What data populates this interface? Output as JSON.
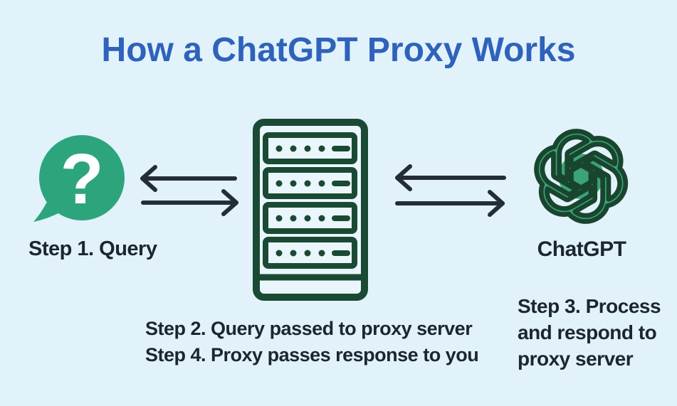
{
  "title": {
    "text": "How a ChatGPT Proxy Works",
    "color": "#2f62bb"
  },
  "background_color": "#e2f2fa",
  "diagram": {
    "query_node": {
      "question_mark": "?",
      "label": "Step 1. Query",
      "bubble_color": "#2ca57d"
    },
    "proxy_node": {
      "icon": "server-rack-icon",
      "icon_color": "#1a4a33"
    },
    "chatgpt_node": {
      "label": "ChatGPT",
      "icon": "openai-logo-icon",
      "logo_fill": "#3ba378",
      "logo_outline": "#19452f"
    },
    "arrow_color": "#232d39",
    "arrows": [
      {
        "from": "proxy-server",
        "to": "user-query",
        "direction": "left"
      },
      {
        "from": "user-query",
        "to": "proxy-server",
        "direction": "right"
      },
      {
        "from": "chatgpt",
        "to": "proxy-server",
        "direction": "left"
      },
      {
        "from": "proxy-server",
        "to": "chatgpt",
        "direction": "right"
      }
    ]
  },
  "captions": {
    "step2": "Step 2. Query passed to proxy server",
    "step4": "Step 4. Proxy passes response to you",
    "step3_lines": [
      "Step 3. Process",
      "and respond to",
      "proxy server"
    ],
    "text_color": "#1c2631"
  }
}
